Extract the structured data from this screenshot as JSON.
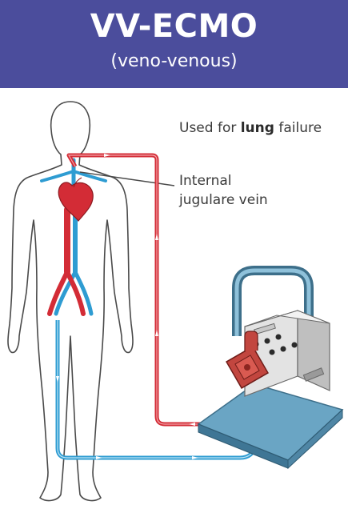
{
  "header": {
    "title": "VV-ECMO",
    "subtitle": "(veno-venous)"
  },
  "usage": {
    "prefix": "Used for ",
    "emphasis": "lung",
    "suffix": " failure"
  },
  "labels": {
    "vein_line1": "Internal",
    "vein_line2": "jugulare vein"
  },
  "colors": {
    "header_bg": "#4b4d9c",
    "oxygenated_red": "#d32c36",
    "venous_blue": "#2e9cd2",
    "machine_blue": "#5a96b5",
    "machine_grey": "#d9d9d9"
  }
}
